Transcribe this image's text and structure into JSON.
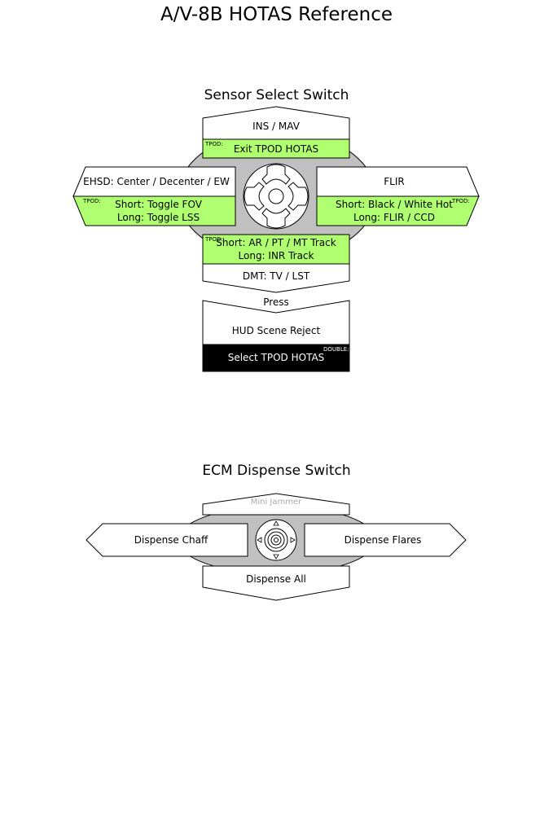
{
  "title": "A/V-8B HOTAS Reference",
  "sensor": {
    "title": "Sensor Select Switch",
    "up": {
      "label": "INS / MAV",
      "tpod_tag": "TPOD:",
      "tpod_label": "Exit TPOD HOTAS"
    },
    "left": {
      "label": "EHSD: Center / Decenter / EW",
      "tpod_tag": "TPOD:",
      "short": "Short: Toggle FOV",
      "long": "Long: Toggle LSS"
    },
    "right": {
      "label": "FLIR",
      "tpod_tag": "TPOD:",
      "short": "Short: Black / White Hot",
      "long": "Long: FLIR / CCD"
    },
    "down": {
      "tpod_tag": "TPOD:",
      "short": "Short: AR / PT / MT Track",
      "long": "Long: INR Track",
      "label": "DMT: TV / LST"
    },
    "press": {
      "title": "Press",
      "label": "HUD Scene Reject",
      "double_tag": "DOUBLE:",
      "double_label": "Select TPOD HOTAS"
    }
  },
  "ecm": {
    "title": "ECM Dispense Switch",
    "up": {
      "label": "Mini Jammer"
    },
    "left": {
      "label": "Dispense Chaff"
    },
    "right": {
      "label": "Dispense Flares"
    },
    "down": {
      "label": "Dispense All"
    }
  },
  "colors": {
    "tpod": "#b0ff70",
    "ellipse": "#c0c0c0",
    "double": "#000000"
  }
}
